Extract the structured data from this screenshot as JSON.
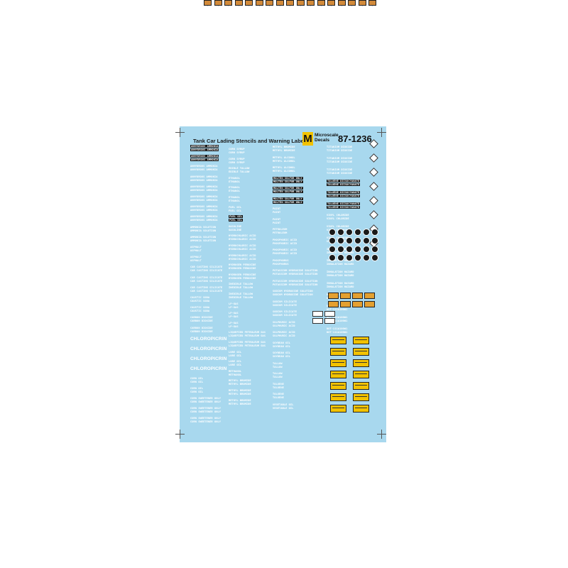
{
  "sheet": {
    "title": "Tank Car Lading Stencils and Warning Labels",
    "brand_mark": "M",
    "brand_name_line1": "Microscale",
    "brand_name_line2": "Decals",
    "catalog_number": "87-1236"
  },
  "stencils": {
    "col1": [
      "ANHYDROUS AMMONIA",
      "ANHYDROUS AMMONIA",
      "ANHYDROUS AMMONIA",
      "ANHYDROUS AMMONIA",
      "ANHYDROUS AMMONIA",
      "ANHYDROUS AMMONIA",
      "ANHYDROUS AMMONIA",
      "ANHYDROUS AMMONIA",
      "AMMONIA SOLUTION",
      "AMMONIA SOLUTION",
      "ASPHALT",
      "ASPHALT",
      "CAR CASTING SILICATE",
      "CAR CASTING SILICATE",
      "CAR CASTING SILICATE",
      "CAUSTIC SODA",
      "CAUSTIC SODA",
      "CARBON DIOXIDE",
      "CARBON DIOXIDE",
      "CHLOROPICRIN",
      "CHLOROPICRIN",
      "CHLOROPICRIN",
      "CHLOROPICRIN",
      "CORN OIL",
      "CORN OIL",
      "CORN SWEETENER ONLY",
      "CORN SWEETENER ONLY",
      "CORN SWEETENER ONLY"
    ],
    "col2": [
      "CORN SYRUP",
      "CORN SYRUP",
      "EDIBLE TALLOW",
      "ETHANOL",
      "ETHANOL",
      "ETHANOL",
      "FUEL OIL",
      "FUEL OIL",
      "GASOLINE",
      "HYDROCHLORIC ACID",
      "HYDROCHLORIC ACID",
      "HYDROCHLORIC ACID",
      "HYDROGEN PEROXIDE",
      "HYDROGEN PEROXIDE",
      "INEDIBLE TALLOW",
      "INEDIBLE TALLOW",
      "LP-GAS",
      "LP-GAS",
      "LP-GAS",
      "LIQUEFIED PETROLEUM GAS",
      "LIQUEFIED PETROLEUM GAS",
      "LUBE OIL",
      "LUBE OIL",
      "METHANOL",
      "METHYL BROMIDE",
      "METHYL BROMIDE",
      "METHYL BROMIDE"
    ],
    "col3": [
      "METHYL BROMIDE",
      "METHYL ALCOHOL",
      "METHYL ALCOHOL",
      "MOLTEN SULFUR ONLY",
      "MOLTEN SULFUR ONLY",
      "MOLTEN SULFUR ONLY",
      "PAINT",
      "PAINT",
      "PETROLEUM",
      "PHOSPHORIC ACID",
      "PHOSPHORIC ACID",
      "PHOSPHORUS",
      "POTASSIUM HYDROXIDE SOLUTION",
      "POTASSIUM HYDROXIDE SOLUTION",
      "SODIUM HYDROXIDE SOLUTION",
      "SODIUM SILICATE",
      "SODIUM SILICATE",
      "SULPHURIC ACID",
      "SULPHURIC ACID",
      "SOYBEAN OIL",
      "SOYBEAN OIL",
      "TALLOW",
      "TALLOW",
      "TOLUENE",
      "TOLUENE",
      "VEGETABLE OIL"
    ],
    "col4": [
      "TITANIUM DIOXIDE",
      "TITANIUM DIOXIDE",
      "TITANIUM DIOXIDE",
      "TOLUENE DIISOCYANATE",
      "TOLUENE DIISOCYANATE",
      "TOLUENE DIISOCYANATE",
      "VINYL CHLORIDE",
      "VINYL CHLORIDE",
      "VINYL CHLORIDE",
      "INHALATION HAZARD",
      "INHALATION HAZARD",
      "INHALATION HAZARD",
      "INHALATION HAZARD",
      "DOT-111A100W1",
      "DOT-111A100W1",
      "DOT-111A100W1",
      "DOT-111A100W1"
    ]
  },
  "colors": {
    "sheet_background": "#a8d8ee",
    "stencil_text": "#ffffff",
    "black_stencil": "#1a1a1a",
    "warning_yellow": "#f2c200",
    "placard_orange": "#e4a030"
  },
  "icons": {
    "logo": "microscale-m-logo",
    "hazmat_diamond": "hazmat-placard-diamond-icon",
    "round_emblem": "round-emblem-icon",
    "registration_mark": "crop-mark-icon"
  }
}
